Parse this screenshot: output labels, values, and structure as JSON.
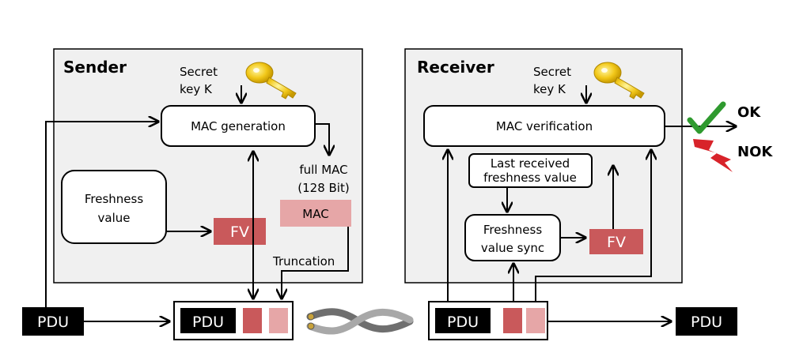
{
  "sender": {
    "title": "Sender",
    "secret_line1": "Secret",
    "secret_line2": "key K",
    "mac_generation": "MAC generation",
    "freshness_line1": "Freshness",
    "freshness_line2": "value",
    "fv": "FV",
    "full_mac_line1": "full MAC",
    "full_mac_line2": "(128 Bit)",
    "mac": "MAC",
    "truncation": "Truncation"
  },
  "receiver": {
    "title": "Receiver",
    "secret_line1": "Secret",
    "secret_line2": "key K",
    "mac_verification": "MAC verification",
    "last_fresh_line1": "Last received",
    "last_fresh_line2": "freshness value",
    "sync_line1": "Freshness",
    "sync_line2": "value sync",
    "fv": "FV"
  },
  "pdu": {
    "input": "PDU",
    "secured": "PDU",
    "received": "PDU",
    "output": "PDU"
  },
  "result": {
    "ok": "OK",
    "nok": "NOK"
  },
  "colors": {
    "panel_bg": "#f0f0f0",
    "fv_red": "#c9595b",
    "mac_pink": "#e6a6a7",
    "pdu_black": "#000000",
    "check_green": "#2f9a2f",
    "bolt_red": "#d8232a",
    "key_gold": "#f2c81a"
  }
}
